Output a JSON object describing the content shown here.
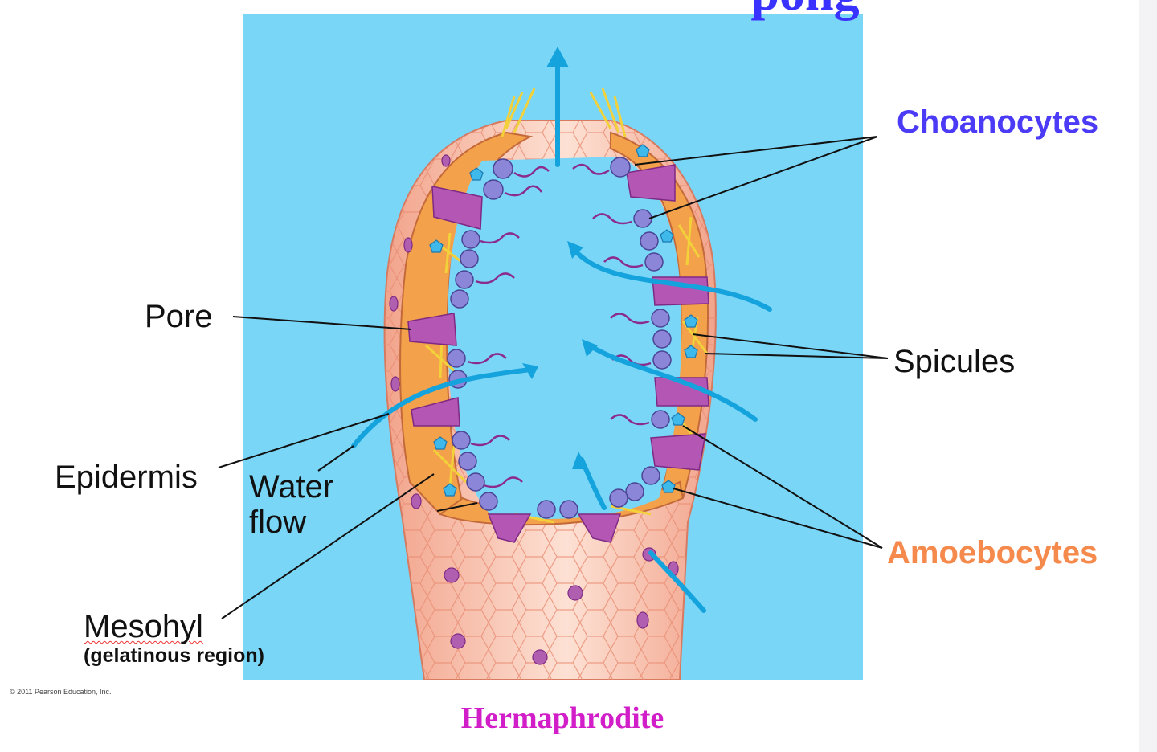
{
  "title_fragment": "pong",
  "labels": {
    "choanocytes": "Choanocytes",
    "pore": "Pore",
    "spicules": "Spicules",
    "epidermis": "Epidermis",
    "water_flow_line1": "Water",
    "water_flow_line2": "flow",
    "amoebocytes": "Amoebocytes",
    "mesohyl": "Mesohyl",
    "mesohyl_sub": "(gelatinous region)"
  },
  "copyright": "© 2011 Pearson Education, Inc.",
  "footer": "Hermaphrodite",
  "colors": {
    "background_panel": "#79d6f7",
    "choanocytes_label": "#4b3bf6",
    "amoebocytes_label": "#f58a4c",
    "footer": "#d21ec8",
    "water_flow_arrow": "#14a3dc",
    "epidermis_cells": "#f6b49c",
    "mesohyl": "#f3a14a",
    "choanocyte_cell": "#8c86d8",
    "porocyte": "#b457b4"
  }
}
